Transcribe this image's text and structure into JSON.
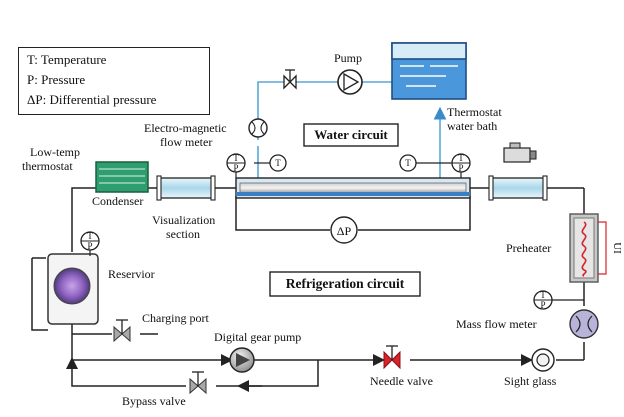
{
  "legend": {
    "t": "T: Temperature",
    "p": "P: Pressure",
    "dp": "ΔP: Differential pressure"
  },
  "circuits": {
    "water": "Water circuit",
    "refrigeration": "Refrigeration circuit"
  },
  "labels": {
    "pump": "Pump",
    "thermostat_water_bath_1": "Thermostat",
    "thermostat_water_bath_2": "water bath",
    "flow_meter_1": "Electro-magnetic",
    "flow_meter_2": "flow meter",
    "low_temp_1": "Low-temp",
    "low_temp_2": "thermostat",
    "condenser": "Condenser",
    "visualization_1": "Visualization",
    "visualization_2": "section",
    "reservoir": "Reservior",
    "charging_port": "Charging port",
    "digital_gear_pump": "Digital gear pump",
    "needle_valve": "Needle valve",
    "sight_glass": "Sight glass",
    "bypass_valve": "Bypass valve",
    "preheater": "Preheater",
    "mass_flow_meter": "Mass flow meter",
    "ui": "UI"
  },
  "symbols": {
    "t": "T",
    "p": "P",
    "dp": "ΔP"
  },
  "colors": {
    "water_line": "#5aa8d8",
    "pipe_line": "#222222",
    "condenser_fill": "#2e9e6e",
    "tank_fill": "#3f8fd8",
    "section_fill": "#bfe3f0",
    "valve_red": "#d9232b",
    "valve_gray": "#8a8a8a",
    "heater_coil": "#d9232b"
  }
}
